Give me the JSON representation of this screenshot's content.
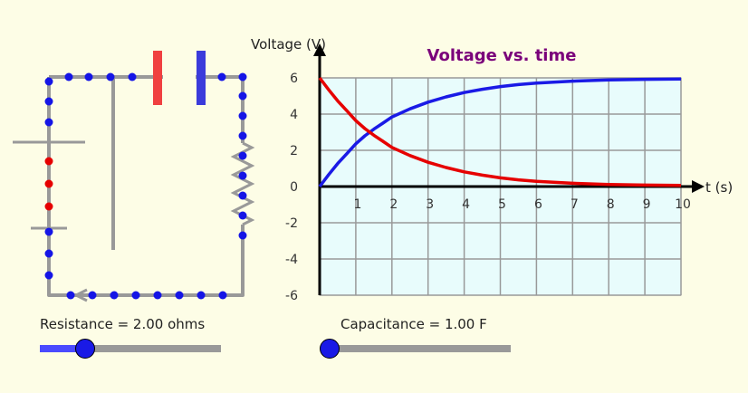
{
  "colors": {
    "background": "#fdfde6",
    "plot_background": "#e8fcfc",
    "capacitor_voltage": "#1a1ae6",
    "resistor_voltage": "#e60000",
    "title": "#7a007a",
    "charge_dot_blue": "#1515e6",
    "charge_dot_red": "#e60000",
    "wire": "#999999"
  },
  "chart_data": {
    "type": "line",
    "title": "Voltage vs. time",
    "xlabel": "t (s)",
    "ylabel": "Voltage (V)",
    "xlim": [
      0,
      10
    ],
    "ylim": [
      -6,
      6
    ],
    "x_ticks": [
      "1",
      "2",
      "3",
      "4",
      "5",
      "6",
      "7",
      "8",
      "9",
      "10"
    ],
    "y_ticks": [
      "6",
      "4",
      "2",
      "0",
      "-2",
      "-4",
      "-6"
    ],
    "grid": true,
    "x": [
      0,
      0.25,
      0.5,
      0.75,
      1,
      1.25,
      1.5,
      1.75,
      2,
      2.5,
      3,
      3.5,
      4,
      4.5,
      5,
      5.5,
      6,
      7,
      8,
      9,
      10
    ],
    "series": [
      {
        "key": "capacitor",
        "values": [
          0,
          0.66,
          1.27,
          1.81,
          2.36,
          2.8,
          3.17,
          3.5,
          3.84,
          4.29,
          4.66,
          4.95,
          5.19,
          5.37,
          5.52,
          5.63,
          5.71,
          5.82,
          5.89,
          5.92,
          5.94
        ]
      },
      {
        "key": "resistor",
        "values": [
          6,
          5.34,
          4.73,
          4.19,
          3.64,
          3.2,
          2.83,
          2.5,
          2.16,
          1.71,
          1.34,
          1.05,
          0.81,
          0.63,
          0.48,
          0.37,
          0.29,
          0.18,
          0.11,
          0.08,
          0.06
        ]
      }
    ]
  },
  "controls": {
    "resistance": {
      "label": "Resistance = 2.00 ohms",
      "fraction": 0.25
    },
    "capacitance": {
      "label": "Capacitance = 1.00 F",
      "fraction": 0.0
    }
  }
}
